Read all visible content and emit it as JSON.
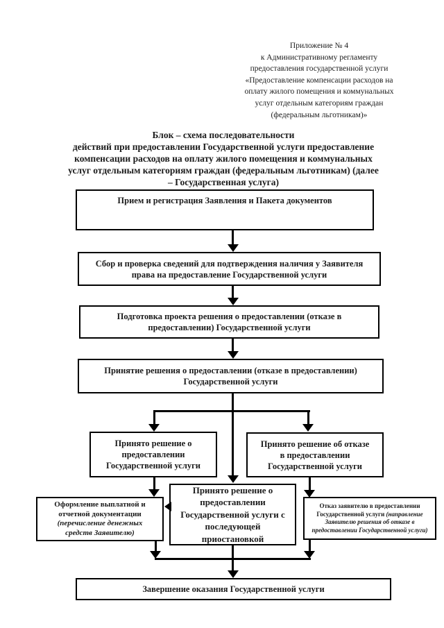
{
  "page": {
    "appendix_note": "Приложение № 4\nк Административному регламенту\nпредоставления государственной услуги\n«Предоставление компенсации расходов на\nоплату жилого помещения и коммунальных\nуслуг отдельным категориям граждан\n(федеральным льготникам)»",
    "title": "Блок – схема последовательности\nдействий при предоставлении Государственной услуги предоставление\nкомпенсации расходов на оплату жилого помещения и коммунальных\nуслуг отдельным категориям граждан (федеральным льготникам) (далее\n– Государственная услуга)"
  },
  "flowchart": {
    "boxes": {
      "reception": "Прием и регистрация Заявления и Пакета документов",
      "verification": "Сбор и проверка сведений для подтверждения наличия у Заявителя\nправа  на предоставление Государственной услуги",
      "draft_decision": "Подготовка проекта решения о предоставлении (отказе в\nпредоставлении) Государственной услуги",
      "decision": "Принятие решения о предоставлении (отказе в предоставлении)\nГосударственной услуги",
      "approved": "Принято решение о\nпредоставлении\nГосударственной услуги",
      "refused": "Принято решение об отказе\nв  предоставлении\nГосударственной услуги",
      "approved_with_suspension": "Принято решение о\nпредоставлении\nГосударственной услуги с\nпоследующей\nприостановкой",
      "payment_docs": "Оформление выплатной и\nотчетной документации",
      "payment_docs_note": "(перечисление денежных\nсредств Заявителю)",
      "refusal_notice": "Отказ заявителю в предоставлении Государственной услуги",
      "refusal_notice_note": "(направление Заявителю решения об отказе в предоставлении Государственной услуги)",
      "completion": "Завершение оказания Государственной услуги"
    },
    "colors": {
      "line": "#000000",
      "box_border": "#000000",
      "background": "#ffffff",
      "text": "#1b1b1b"
    }
  }
}
